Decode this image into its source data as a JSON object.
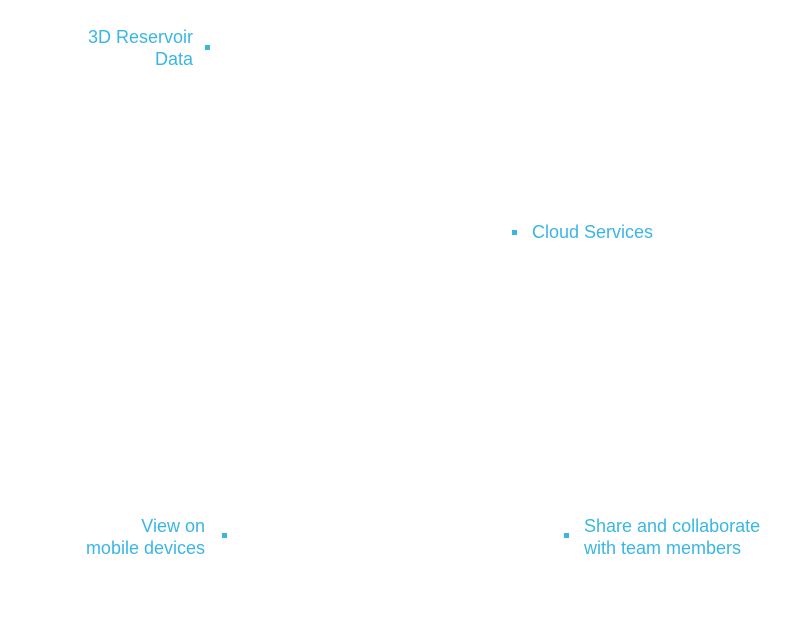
{
  "callouts": {
    "reservoir": {
      "line1": "3D Reservoir",
      "line2": "Data"
    },
    "cloud": {
      "line1": "Cloud Services"
    },
    "mobile": {
      "line1": "View on",
      "line2": "mobile devices"
    },
    "share": {
      "line1": "Share and collaborate",
      "line2": "with team members"
    }
  },
  "colors": {
    "accent": "#3ab6e4",
    "background": "#ffffff"
  }
}
